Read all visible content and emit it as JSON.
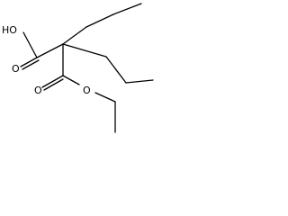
{
  "structure": {
    "labels": {
      "hydroxyl": "HO",
      "carboxyl_oxygen": "O",
      "ester_carbonyl_oxygen": "O",
      "ester_oxygen": "O"
    }
  }
}
